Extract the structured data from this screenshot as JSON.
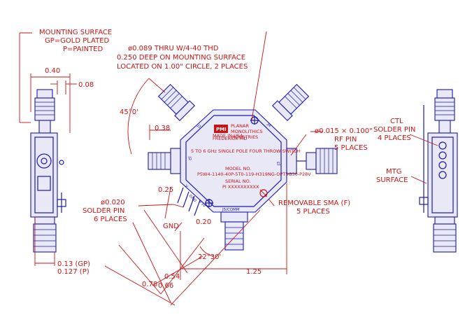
{
  "notes": {
    "mounting_surface": [
      "MOUNTING SURFACE",
      "GP=GOLD PLATED",
      "P=PAINTED"
    ],
    "thread_hole": [
      "ø0.089 THRU W/4-40 THD",
      "0.250 DEEP ON MOUNTING SURFACE",
      "LOCATED ON 1.00\" CIRCLE, 2 PLACES"
    ],
    "rf_pin": [
      "ø0.015 × 0.100\"",
      "RF PIN",
      "5 PLACES"
    ],
    "ctl_pin": [
      "CTL",
      "SOLDER PIN",
      "4 PLACES"
    ],
    "mtg_surface": [
      "MTG",
      "SURFACE"
    ],
    "solder_pin": [
      "ø0.020",
      "SOLDER PIN",
      "6 PLACES"
    ],
    "sma": [
      "REMOVABLE SMA (F)",
      "5 PLACES"
    ]
  },
  "dims": {
    "d040": "0.40",
    "d008": "0.08",
    "angle45": "45°0'",
    "d038": "0.38",
    "d025": "0.25",
    "d020": "0.20",
    "gnd": "GND",
    "angle22": "22°30'",
    "d125": "1.25",
    "d054": "0.54",
    "d078": "0.78",
    "d066": "0.66",
    "d013": "0.13 (GP)",
    "d0127": "0.127 (P)"
  },
  "label": {
    "company": [
      "PLANAR",
      "MONOLITHICS",
      "INDUSTRIES"
    ],
    "logo": "PMI",
    "made_in": [
      "MADE IN USA",
      "FREDERICK MD"
    ],
    "desc": "5 TO 6 GHz SINGLE POLE FOUR THROW SWITCH",
    "model_title": "MODEL NO.",
    "model": "P5W4-1140-40P-5T0-119-H319NG-OPT5G30-P28V",
    "serial_title": "SERIAL NO.",
    "serial": "PI XXXXXXXXXX",
    "j5": "J5/COMM",
    "j1": "J1",
    "j2": "J2",
    "j3": "J3",
    "j4": "J4",
    "gnd": "GND",
    "plus5v": "+5V",
    "v": "V"
  }
}
